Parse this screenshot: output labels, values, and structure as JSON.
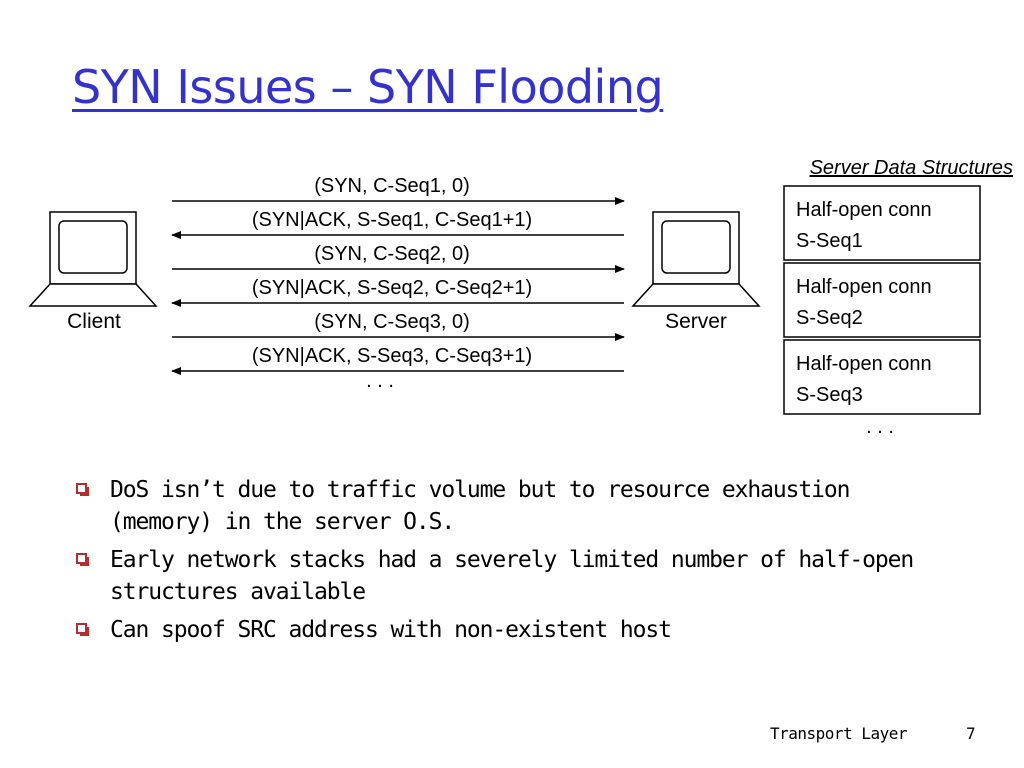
{
  "slide": {
    "title": "SYN Issues – SYN Flooding",
    "footer": {
      "label": "Transport Layer",
      "page": "7"
    }
  },
  "diagram": {
    "client_label": "Client",
    "server_label": "Server",
    "messages": [
      {
        "text": "(SYN, C-Seq1, 0)",
        "direction": "to-server"
      },
      {
        "text": "(SYN|ACK, S-Seq1, C-Seq1+1)",
        "direction": "to-client"
      },
      {
        "text": "(SYN, C-Seq2, 0)",
        "direction": "to-server"
      },
      {
        "text": "(SYN|ACK, S-Seq2, C-Seq2+1)",
        "direction": "to-client"
      },
      {
        "text": "(SYN, C-Seq3, 0)",
        "direction": "to-server"
      },
      {
        "text": "(SYN|ACK, S-Seq3, C-Seq3+1)",
        "direction": "to-client"
      }
    ],
    "messages_ellipsis": ". . .",
    "data_structures": {
      "title": "Server Data Structures",
      "entries": [
        {
          "line1": "Half-open conn",
          "line2": "S-Seq1"
        },
        {
          "line1": "Half-open conn",
          "line2": "S-Seq2"
        },
        {
          "line1": "Half-open conn",
          "line2": "S-Seq3"
        }
      ],
      "ellipsis": ". . ."
    }
  },
  "bullets": [
    {
      "text": "DoS isn’t due to traffic volume but to resource exhaustion (memory) in the server O.S."
    },
    {
      "text": "Early network stacks had a severely limited number of half-open structures available"
    },
    {
      "text": "Can spoof SRC address with non-existent host"
    }
  ],
  "colors": {
    "title": "#3333cc",
    "bullet": "#b03030"
  }
}
